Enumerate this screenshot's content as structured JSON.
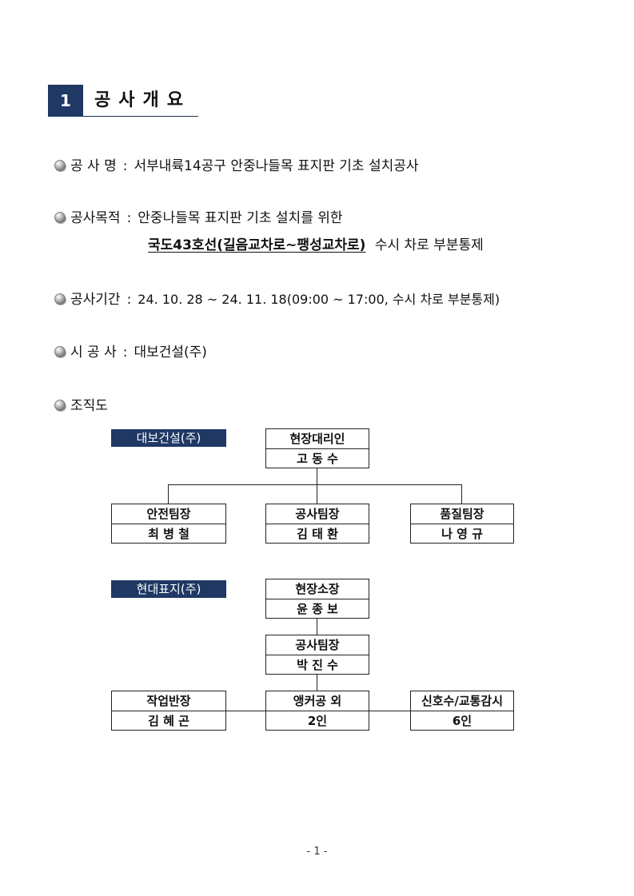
{
  "section": {
    "number": "1",
    "title": "공사개요"
  },
  "overview": {
    "name_label": "공 사 명",
    "name_value": "서부내륙14공구 안중나들목 표지판 기초 설치공사",
    "purpose_label": "공사목적",
    "purpose_value": "안중나들목 표지판 기초 설치를 위한",
    "purpose_route": "국도43호선(길음교차로~팽성교차로)",
    "purpose_rest": "수시 차로 부분통제",
    "period_label": "공사기간",
    "period_value": "24. 10. 28 ~ 24. 11. 18(09:00 ~ 17:00, 수시 차로 부분통제)",
    "contractor_label": "시 공 사",
    "contractor_value": "대보건설(주)",
    "org_label": "조직도",
    "separator": ":"
  },
  "org": {
    "company1": "대보건설(주)",
    "company2": "현대표지(주)",
    "site_agent": {
      "role": "현장대리인",
      "name": "고 동 수"
    },
    "safety_lead": {
      "role": "안전팀장",
      "name": "최 병 철"
    },
    "work_lead": {
      "role": "공사팀장",
      "name": "김 태 환"
    },
    "quality_lead": {
      "role": "품질팀장",
      "name": "나 영 규"
    },
    "site_manager": {
      "role": "현장소장",
      "name": "윤 종 보"
    },
    "work_lead2": {
      "role": "공사팀장",
      "name": "박 진 수"
    },
    "crew_lead": {
      "role": "작업반장",
      "name": "김 혜 곤"
    },
    "anchor_crew": {
      "role": "앵커공 외",
      "name": "2인"
    },
    "signal_crew": {
      "role": "신호수/교통감시",
      "name": "6인"
    }
  },
  "footer": {
    "page": "- 1 -"
  }
}
